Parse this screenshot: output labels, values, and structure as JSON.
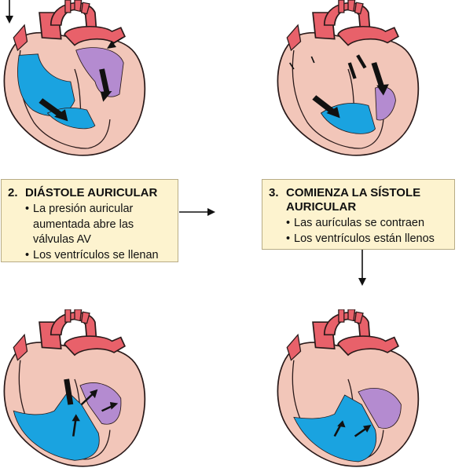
{
  "colors": {
    "heart_wall": "#f2c6b9",
    "aorta_red": "#e8616a",
    "blood_blue": "#1aa3e0",
    "blood_purple": "#b48bd0",
    "outline": "#2a1a1a",
    "caption_bg": "#fdf3cf"
  },
  "panels": [
    {
      "step": "2.",
      "title_line1": "DIÁSTOLE AURICULAR",
      "bullets": [
        "La presión auricular aumentada abre las válvulas AV",
        "Los ventrículos se llenan"
      ]
    },
    {
      "step": "3.",
      "title_line1": "COMIENZA LA SÍSTOLE",
      "title_line2": "AURICULAR",
      "bullets": [
        "Las aurículas se contraen",
        "Los ventrículos están llenos"
      ]
    }
  ]
}
